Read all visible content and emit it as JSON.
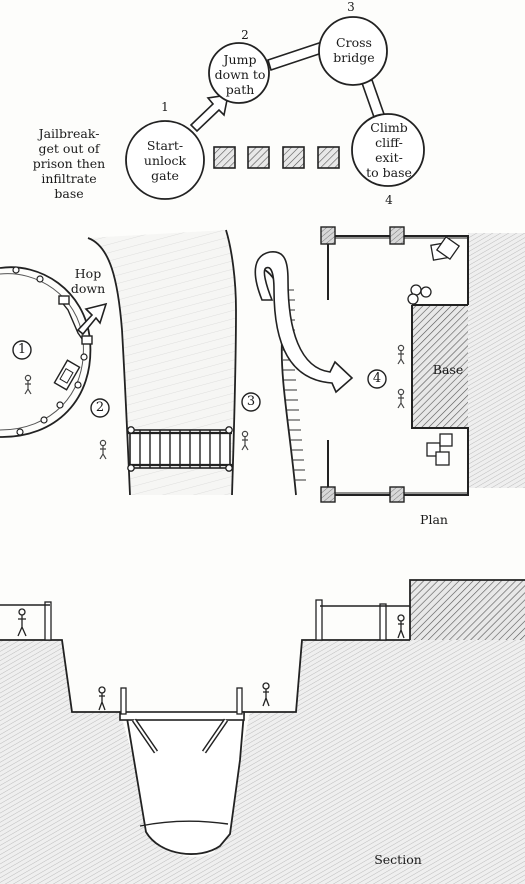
{
  "flowchart": {
    "intro": "Jailbreak-\nget out of\nprison then\ninfiltrate\nbase",
    "steps": [
      {
        "number": "1",
        "label": "Start-\nunlock\ngate"
      },
      {
        "number": "2",
        "label": "Jump\ndown to\npath"
      },
      {
        "number": "3",
        "label": "Cross\nbridge"
      },
      {
        "number": "4",
        "label": "Climb\ncliff-\nexit-\nto base"
      }
    ]
  },
  "plan": {
    "hop_label": "Hop\ndown",
    "markers": [
      "1",
      "2",
      "3",
      "4"
    ],
    "base_label": "Base",
    "title": "Plan"
  },
  "section": {
    "title": "Section"
  }
}
